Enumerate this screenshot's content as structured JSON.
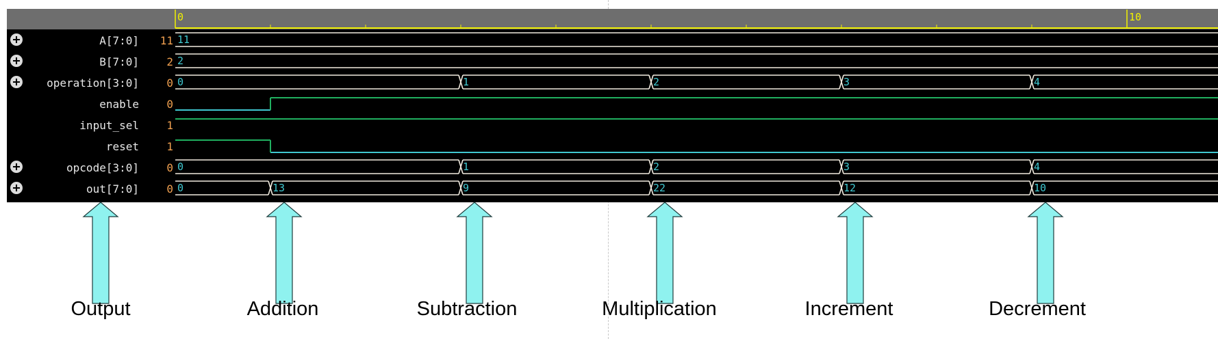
{
  "timeline": {
    "markers": [
      {
        "label": "0",
        "t": 0
      },
      {
        "label": "10",
        "t": 10
      }
    ],
    "t_min": 0,
    "t_max": 11
  },
  "signals": [
    {
      "name": "A[7:0]",
      "value": "11",
      "kind": "bus",
      "expandable": true,
      "segments": [
        {
          "t": 0,
          "label": "11"
        }
      ]
    },
    {
      "name": "B[7:0]",
      "value": "2",
      "kind": "bus",
      "expandable": true,
      "segments": [
        {
          "t": 0,
          "label": "2"
        }
      ]
    },
    {
      "name": "operation[3:0]",
      "value": "0",
      "kind": "bus",
      "expandable": true,
      "segments": [
        {
          "t": 0,
          "label": "0"
        },
        {
          "t": 3,
          "label": "1"
        },
        {
          "t": 5,
          "label": "2"
        },
        {
          "t": 7,
          "label": "3"
        },
        {
          "t": 9,
          "label": "4"
        }
      ]
    },
    {
      "name": "enable",
      "value": "0",
      "kind": "bit",
      "expandable": false,
      "transitions": [
        {
          "t": 0,
          "level": 0
        },
        {
          "t": 1,
          "level": 1
        }
      ]
    },
    {
      "name": "input_sel",
      "value": "1",
      "kind": "bit",
      "expandable": false,
      "transitions": [
        {
          "t": 0,
          "level": 1
        }
      ]
    },
    {
      "name": "reset",
      "value": "1",
      "kind": "bit",
      "expandable": false,
      "transitions": [
        {
          "t": 0,
          "level": 1
        },
        {
          "t": 1,
          "level": 0
        }
      ]
    },
    {
      "name": "opcode[3:0]",
      "value": "0",
      "kind": "bus",
      "expandable": true,
      "segments": [
        {
          "t": 0,
          "label": "0"
        },
        {
          "t": 3,
          "label": "1"
        },
        {
          "t": 5,
          "label": "2"
        },
        {
          "t": 7,
          "label": "3"
        },
        {
          "t": 9,
          "label": "4"
        }
      ]
    },
    {
      "name": "out[7:0]",
      "value": "0",
      "kind": "bus",
      "expandable": true,
      "segments": [
        {
          "t": 0,
          "label": "0"
        },
        {
          "t": 1,
          "label": "13"
        },
        {
          "t": 3,
          "label": "9"
        },
        {
          "t": 5,
          "label": "22"
        },
        {
          "t": 7,
          "label": "12"
        },
        {
          "t": 9,
          "label": "10"
        }
      ]
    }
  ],
  "annotations": [
    {
      "label": "Output",
      "target": "value-column"
    },
    {
      "label": "Addition",
      "t": 1
    },
    {
      "label": "Subtraction",
      "t": 3
    },
    {
      "label": "Multiplication",
      "t": 5
    },
    {
      "label": "Increment",
      "t": 7
    },
    {
      "label": "Decrement",
      "t": 9
    }
  ],
  "colors": {
    "background": "#000000",
    "ruler": "#6e6e6e",
    "ruler_line": "#f0f000",
    "bus_line": "#f2ece0",
    "bus_label": "#40c8d0",
    "bit_high": "#20b060",
    "bit_low": "#40c8d0",
    "value_text": "#f0a050",
    "name_text": "#e8e8e8",
    "arrow_fill": "#8ff2ef"
  }
}
